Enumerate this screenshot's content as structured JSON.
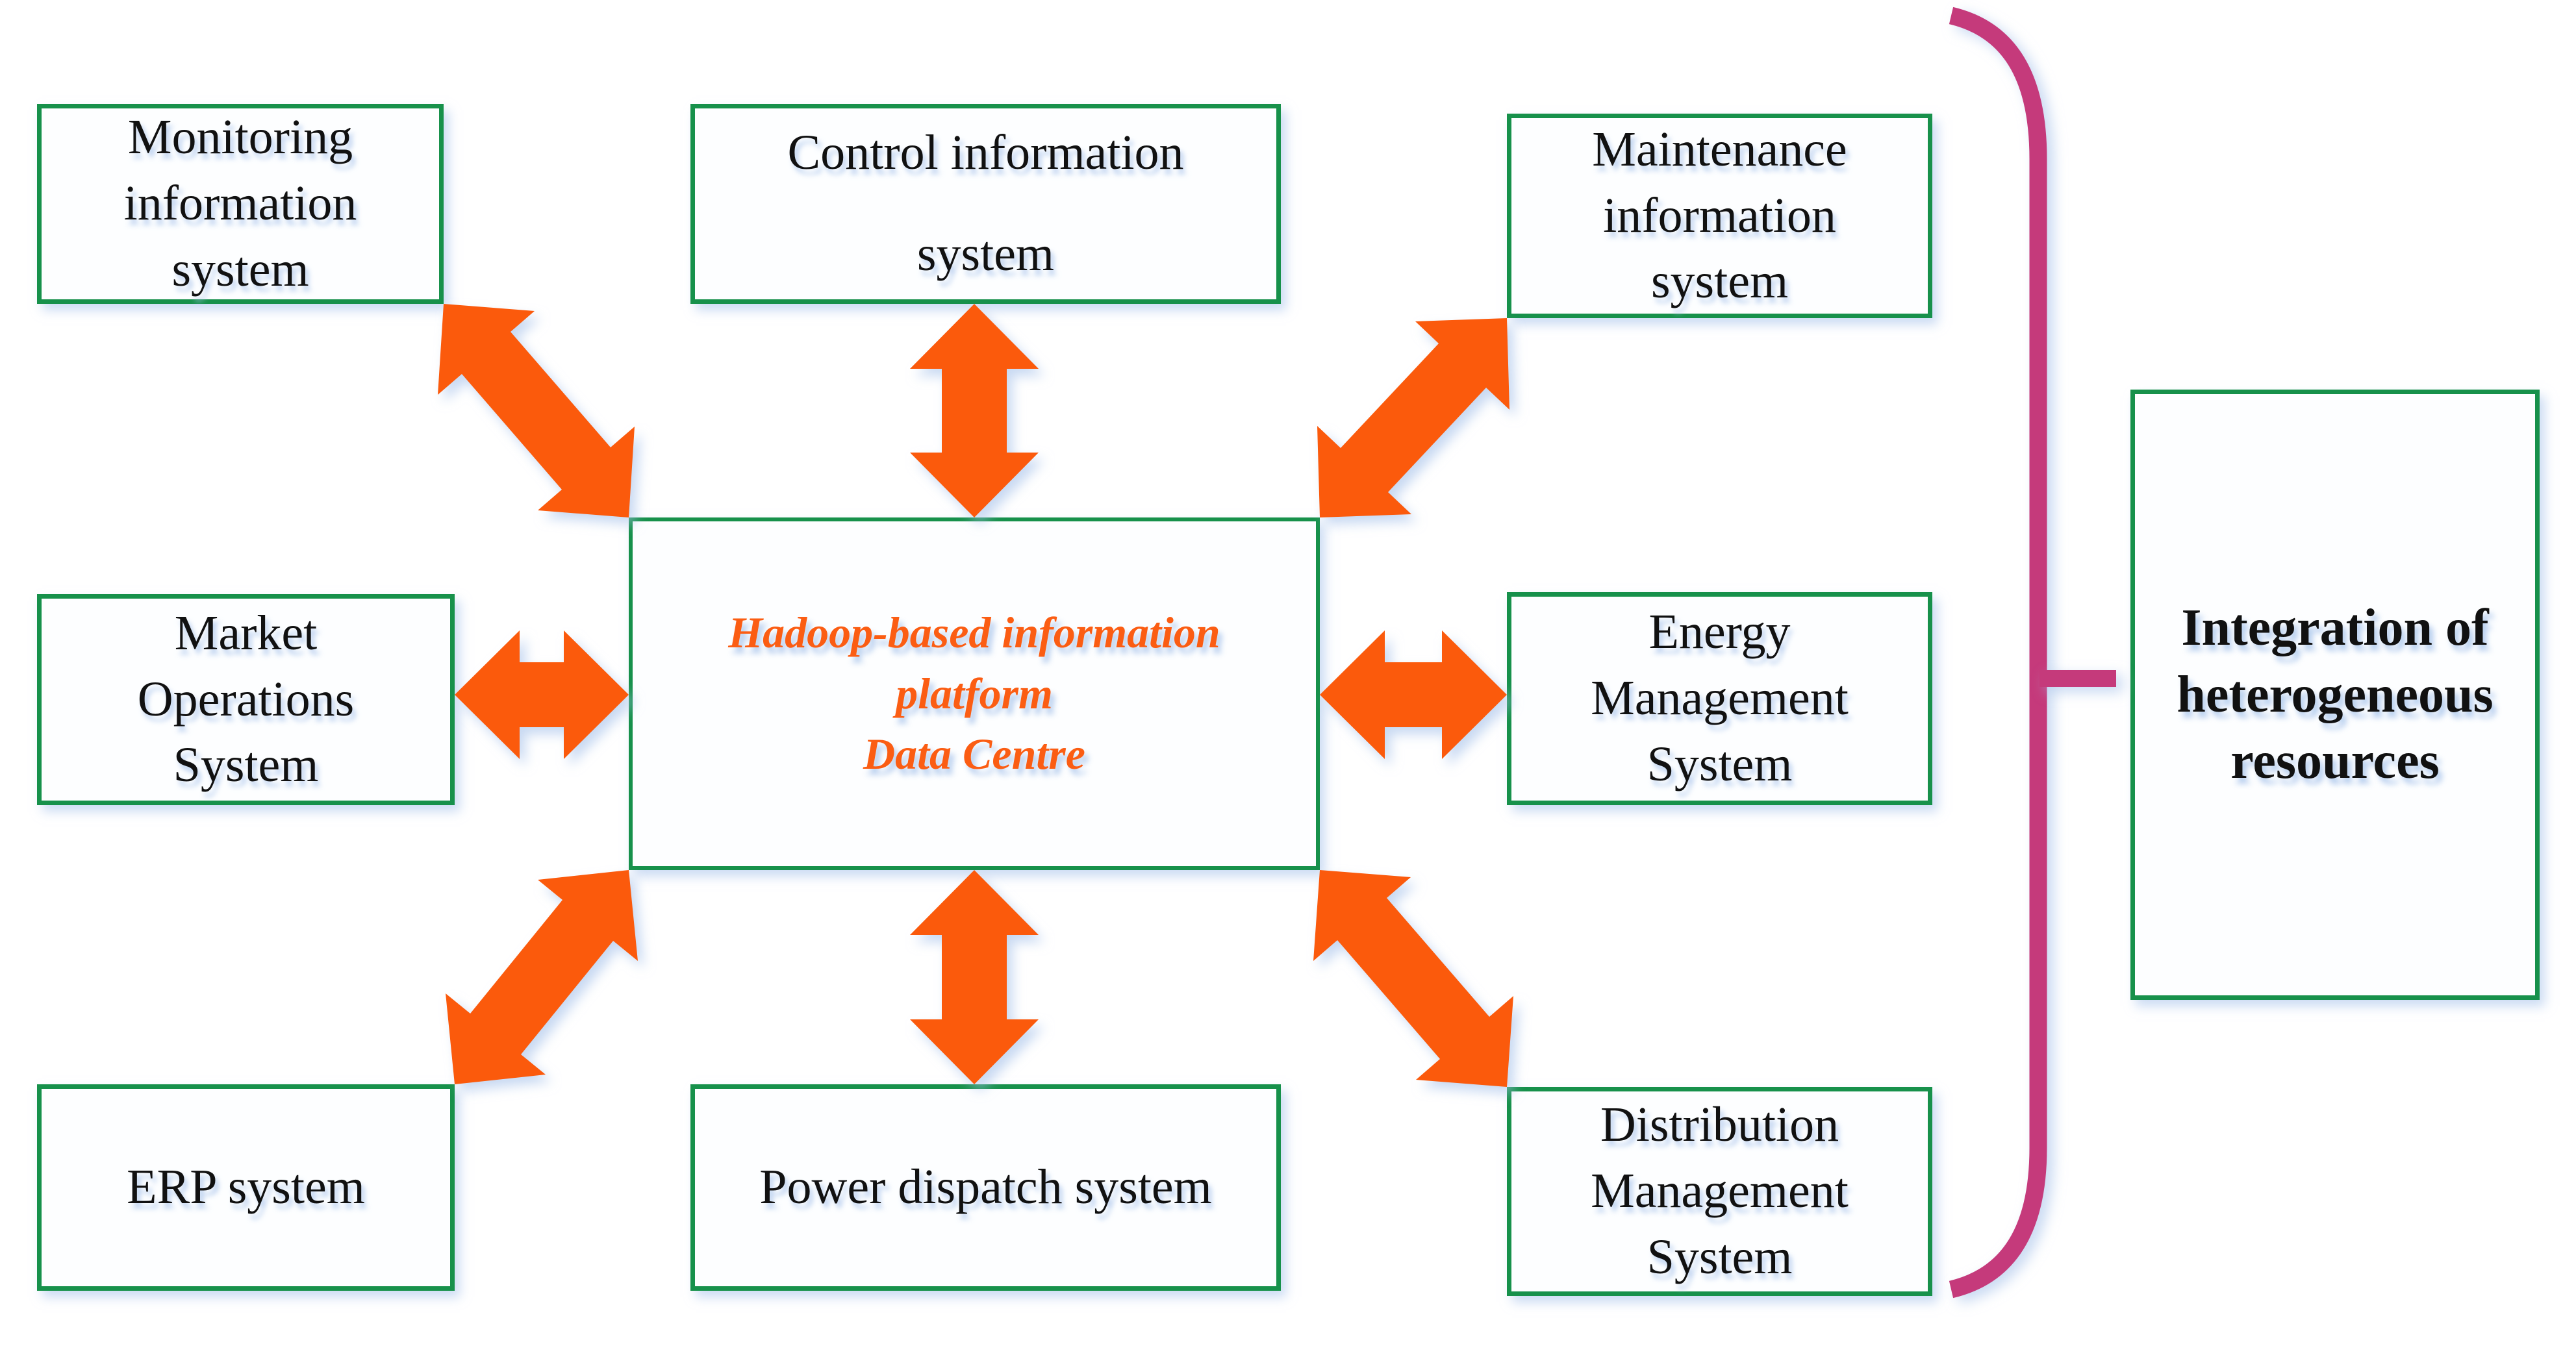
{
  "title": "Hadoop-based information platform integration diagram",
  "colors": {
    "box_border_green": "#17914B",
    "arrow_orange": "#FB5A0C",
    "platform_text_orange": "#FB5D13",
    "brace_magenta": "#C53A7B",
    "label_black": "#111111"
  },
  "boxes": {
    "monitoring": {
      "label": "Monitoring\ninformation\nsystem"
    },
    "control": {
      "label": "Control information\nsystem"
    },
    "maintenance": {
      "label": "Maintenance\ninformation\nsystem"
    },
    "market": {
      "label": "Market\nOperations\nSystem"
    },
    "platform": {
      "label": "Hadoop-based information\nplatform\nData Centre"
    },
    "energy": {
      "label": "Energy\nManagement\nSystem"
    },
    "erp": {
      "label": "ERP system"
    },
    "power": {
      "label": "Power dispatch system"
    },
    "distribution": {
      "label": "Distribution\nManagement\nSystem"
    },
    "integration": {
      "label": "Integration of\nheterogeneous\nresources"
    }
  },
  "connections": [
    {
      "from": "Monitoring information system",
      "to": "Hadoop-based information platform Data Centre",
      "type": "bidirectional"
    },
    {
      "from": "Control information system",
      "to": "Hadoop-based information platform Data Centre",
      "type": "bidirectional"
    },
    {
      "from": "Maintenance information system",
      "to": "Hadoop-based information platform Data Centre",
      "type": "bidirectional"
    },
    {
      "from": "Market Operations System",
      "to": "Hadoop-based information platform Data Centre",
      "type": "bidirectional"
    },
    {
      "from": "Energy Management System",
      "to": "Hadoop-based information platform Data Centre",
      "type": "bidirectional"
    },
    {
      "from": "ERP system",
      "to": "Hadoop-based information platform Data Centre",
      "type": "bidirectional"
    },
    {
      "from": "Power dispatch system",
      "to": "Hadoop-based information platform Data Centre",
      "type": "bidirectional"
    },
    {
      "from": "Distribution Management System",
      "to": "Hadoop-based information platform Data Centre",
      "type": "bidirectional"
    },
    {
      "brace": "All systems grouped by right-side brace",
      "points_to": "Integration of heterogeneous resources"
    }
  ]
}
